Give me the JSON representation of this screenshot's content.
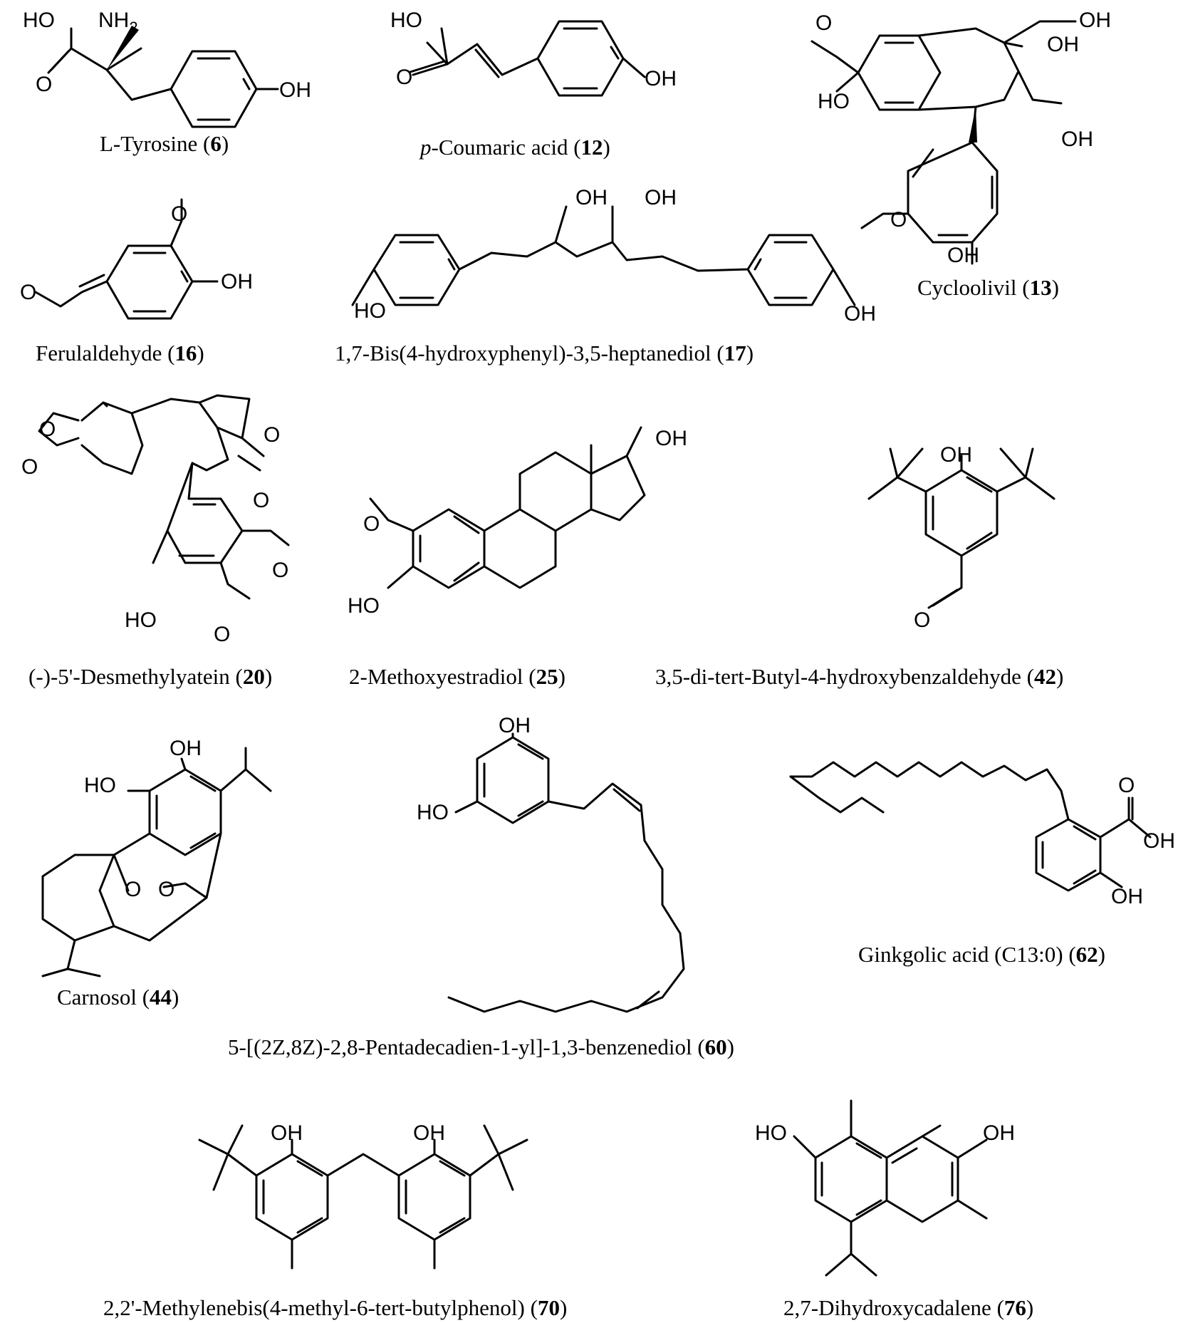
{
  "compounds": [
    {
      "name": "L-Tyrosine",
      "number": "6"
    },
    {
      "prefix": "p",
      "name": "-Coumaric acid",
      "number": "12"
    },
    {
      "name": "Cycloolivil",
      "number": "13"
    },
    {
      "name": "Ferulaldehyde",
      "number": "16"
    },
    {
      "name": "1,7-Bis(4-hydroxyphenyl)-3,5-heptanediol",
      "number": "17"
    },
    {
      "name": "(-)-5'-Desmethylyatein",
      "number": "20"
    },
    {
      "name": "2-Methoxyestradiol",
      "number": "25"
    },
    {
      "name": "3,5-di-tert-Butyl-4-hydroxybenzaldehyde",
      "number": "42"
    },
    {
      "name": "Carnosol",
      "number": "44"
    },
    {
      "name": "5-[(2Z,8Z)-2,8-Pentadecadien-1-yl]-1,3-benzenediol",
      "number": "60"
    },
    {
      "name": "Ginkgolic acid (C13:0)",
      "number": "62"
    },
    {
      "name": "2,2'-Methylenebis(4-methyl-6-tert-butylphenol)",
      "number": "70"
    },
    {
      "name": "2,7-Dihydroxycadalene",
      "number": "76"
    }
  ],
  "atoms": {
    "oh": "OH",
    "ho": "HO",
    "o": "O",
    "nh2": "NH",
    "sub2": "2"
  }
}
